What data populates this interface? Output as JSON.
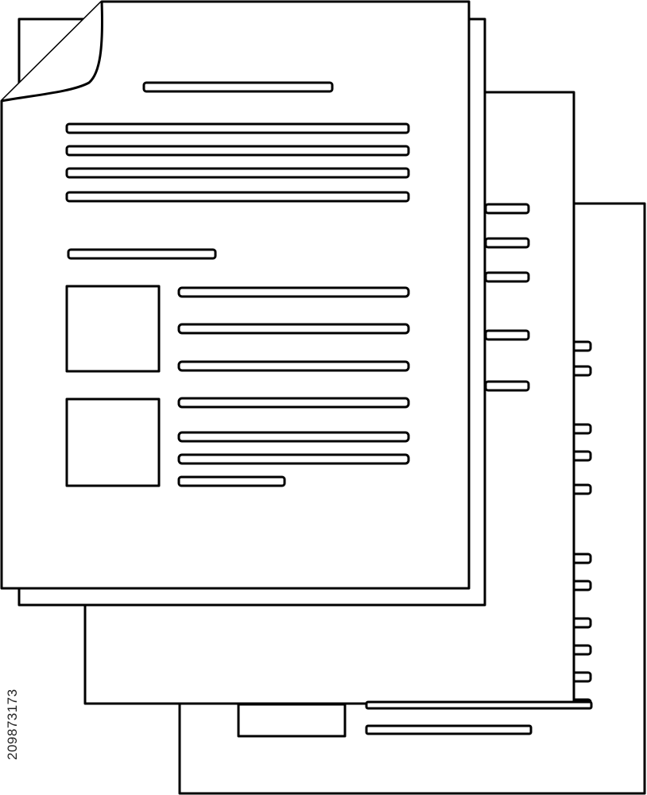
{
  "illustration": {
    "subject": "stack-of-documents",
    "stroke_color": "#000000",
    "fill_color": "#ffffff",
    "watermark": "stock"
  },
  "stock_id": "209873173"
}
